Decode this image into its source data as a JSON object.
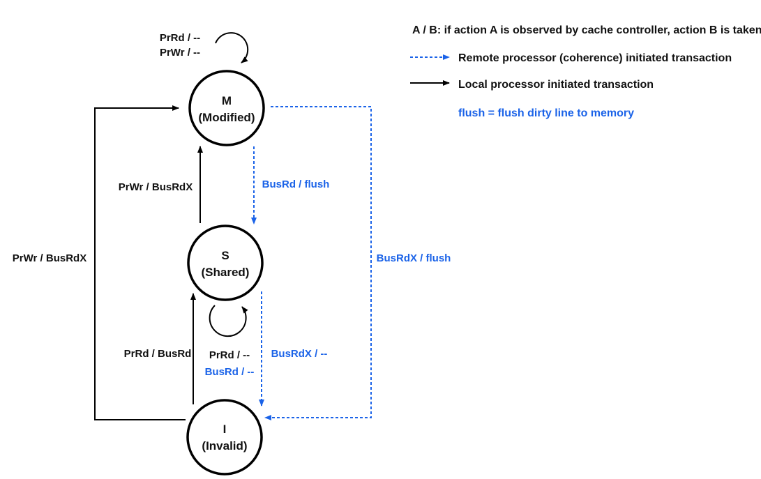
{
  "colors": {
    "local": "#000000",
    "remote": "#1b63e8",
    "text": "#111111"
  },
  "states": {
    "m": {
      "letter": "M",
      "name": "(Modified)"
    },
    "s": {
      "letter": "S",
      "name": "(Shared)"
    },
    "i": {
      "letter": "I",
      "name": "(Invalid)"
    }
  },
  "transitions": {
    "m_self_read": "PrRd / --",
    "m_self_write": "PrWr / --",
    "s_to_m": "PrWr / BusRdX",
    "m_to_s": "BusRd / flush",
    "i_to_m": "PrWr / BusRdX",
    "m_to_i": "BusRdX / flush",
    "i_to_s": "PrRd / BusRd",
    "s_self_local": "PrRd / --",
    "s_self_remote": "BusRd / --",
    "s_to_i": "BusRdX / --"
  },
  "legend": {
    "notation": "A / B: if action A is observed by cache controller,  action B is taken",
    "remote": "Remote processor (coherence) initiated transaction",
    "local": "Local processor initiated transaction",
    "flush": "flush = flush dirty line to memory"
  }
}
